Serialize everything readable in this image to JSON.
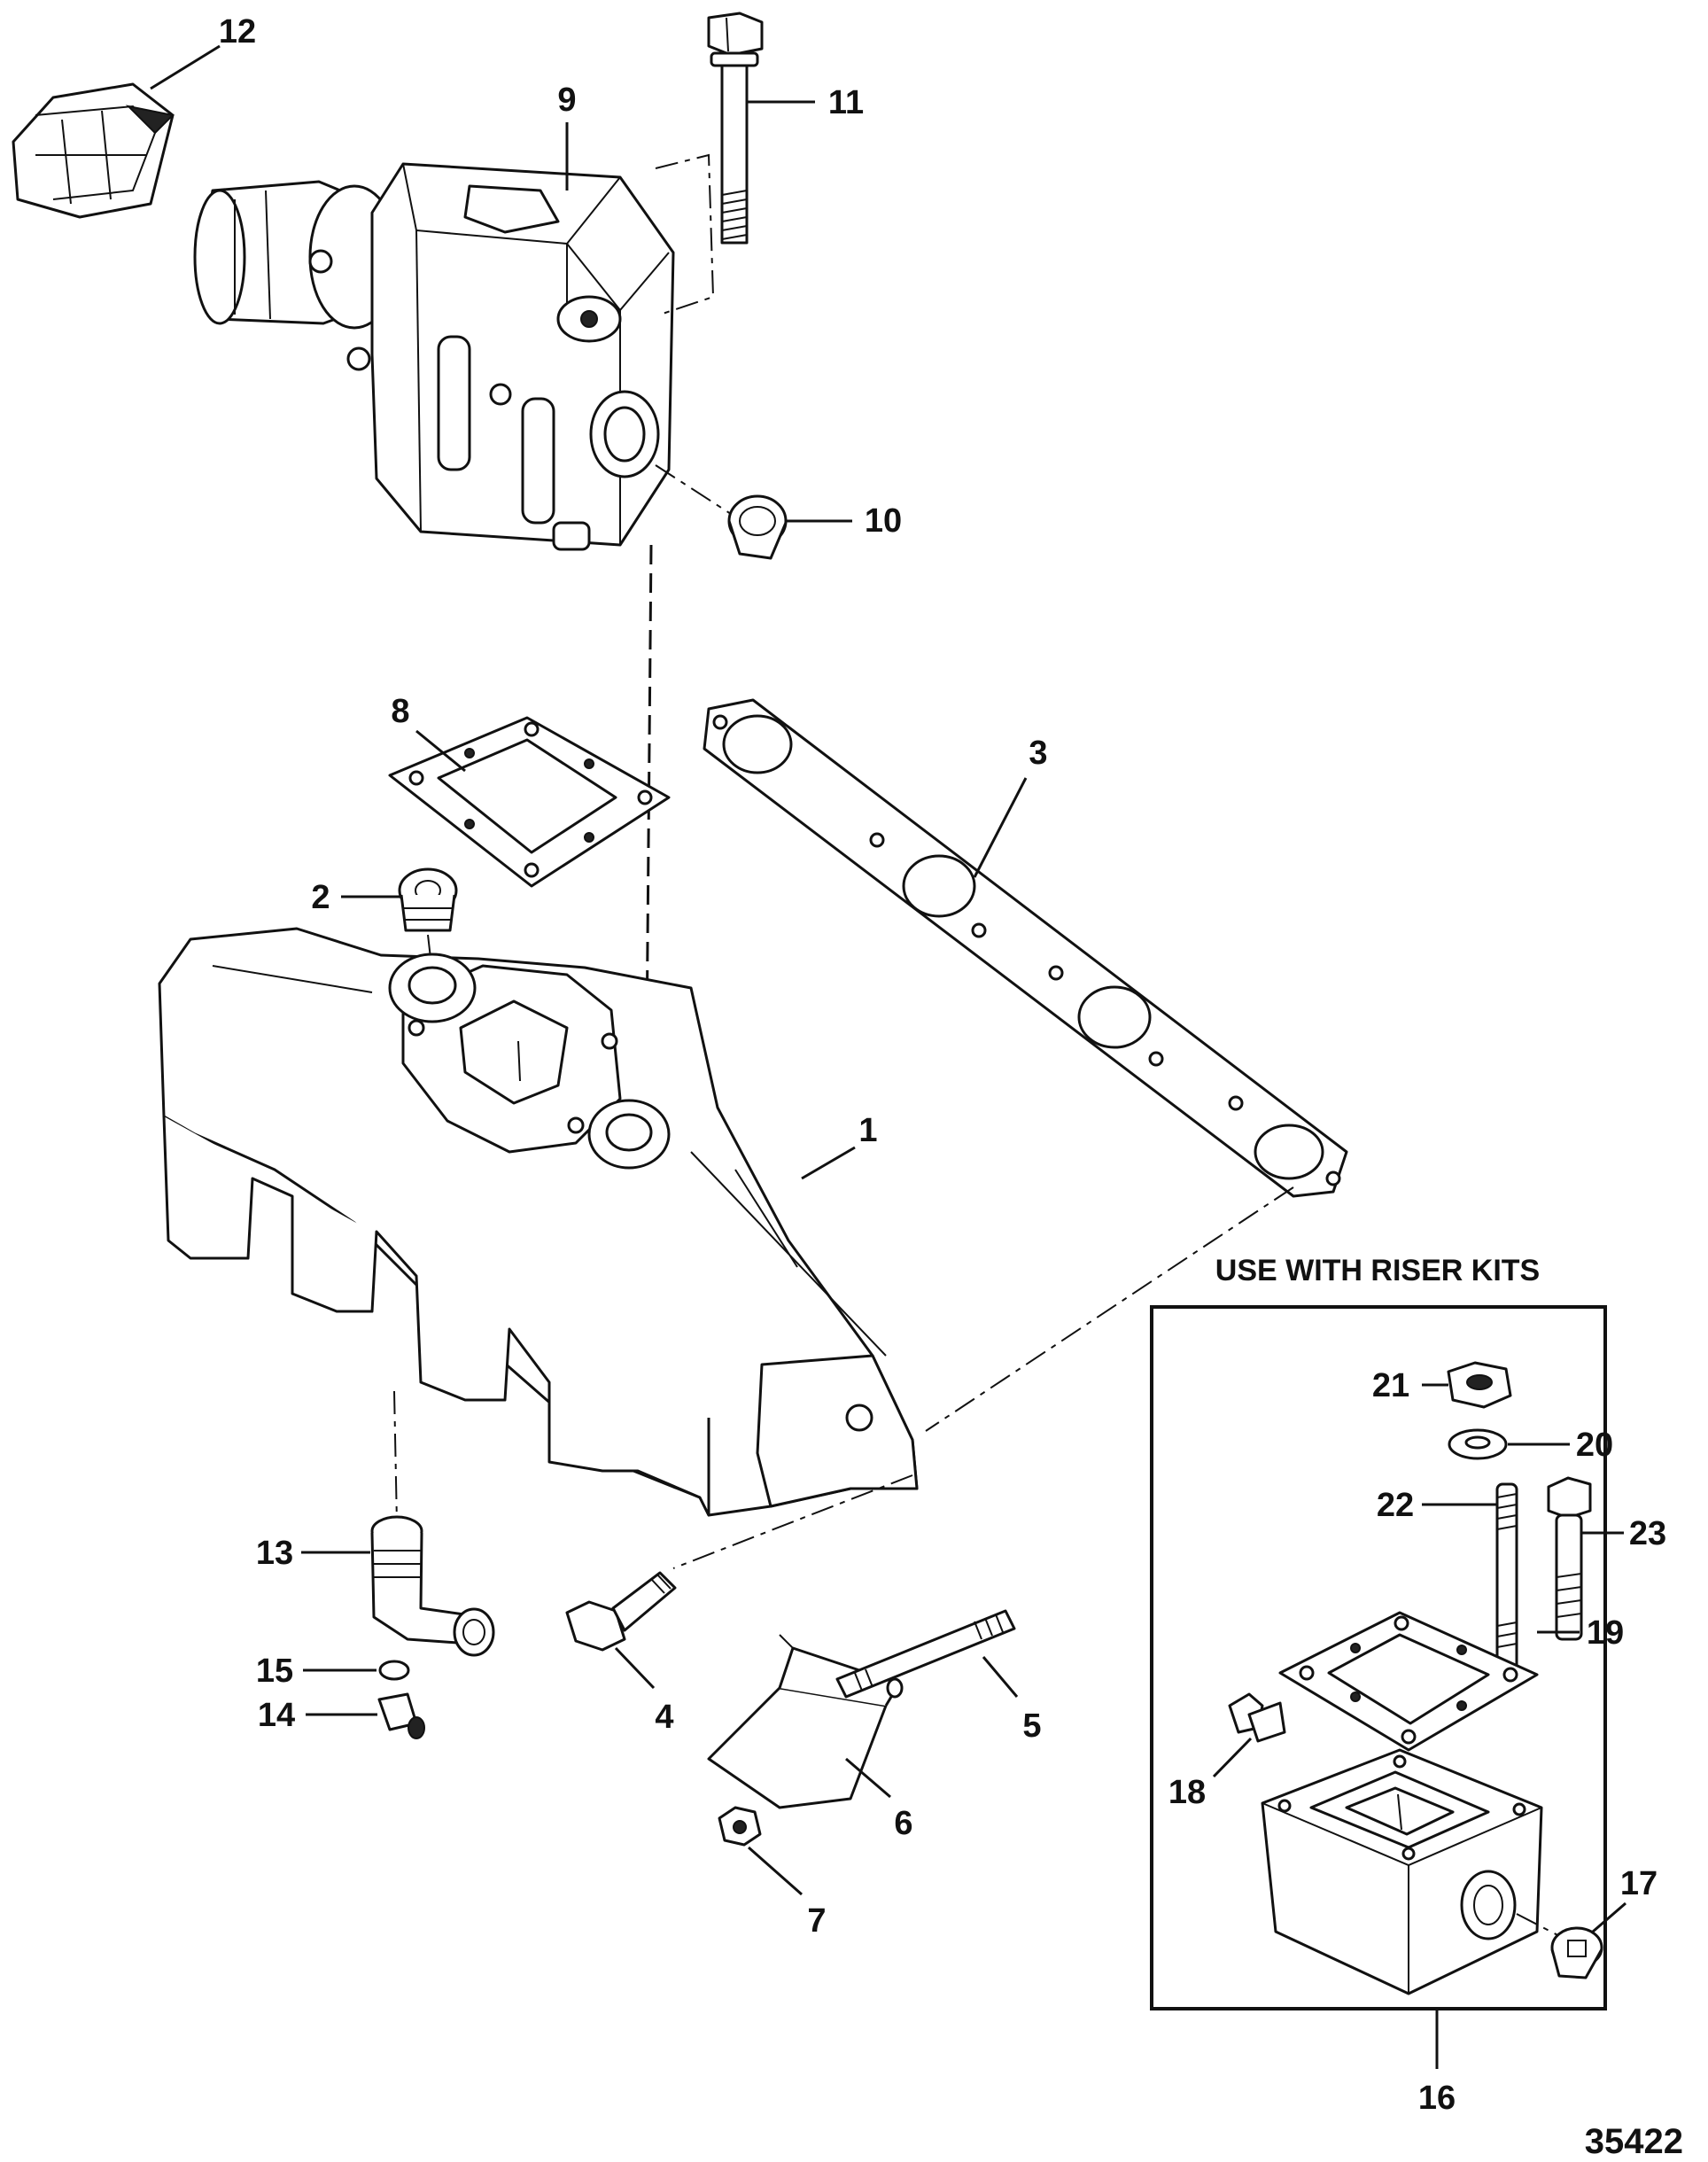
{
  "figure_number": "35422",
  "inset": {
    "title": "USE WITH RISER KITS",
    "number": "16"
  },
  "callouts": {
    "c1": "1",
    "c2": "2",
    "c3": "3",
    "c4": "4",
    "c5": "5",
    "c6": "6",
    "c7": "7",
    "c8": "8",
    "c9": "9",
    "c10": "10",
    "c11": "11",
    "c12": "12",
    "c13": "13",
    "c14": "14",
    "c15": "15",
    "c17": "17",
    "c18": "18",
    "c19": "19",
    "c20": "20",
    "c21": "21",
    "c22": "22",
    "c23": "23"
  }
}
